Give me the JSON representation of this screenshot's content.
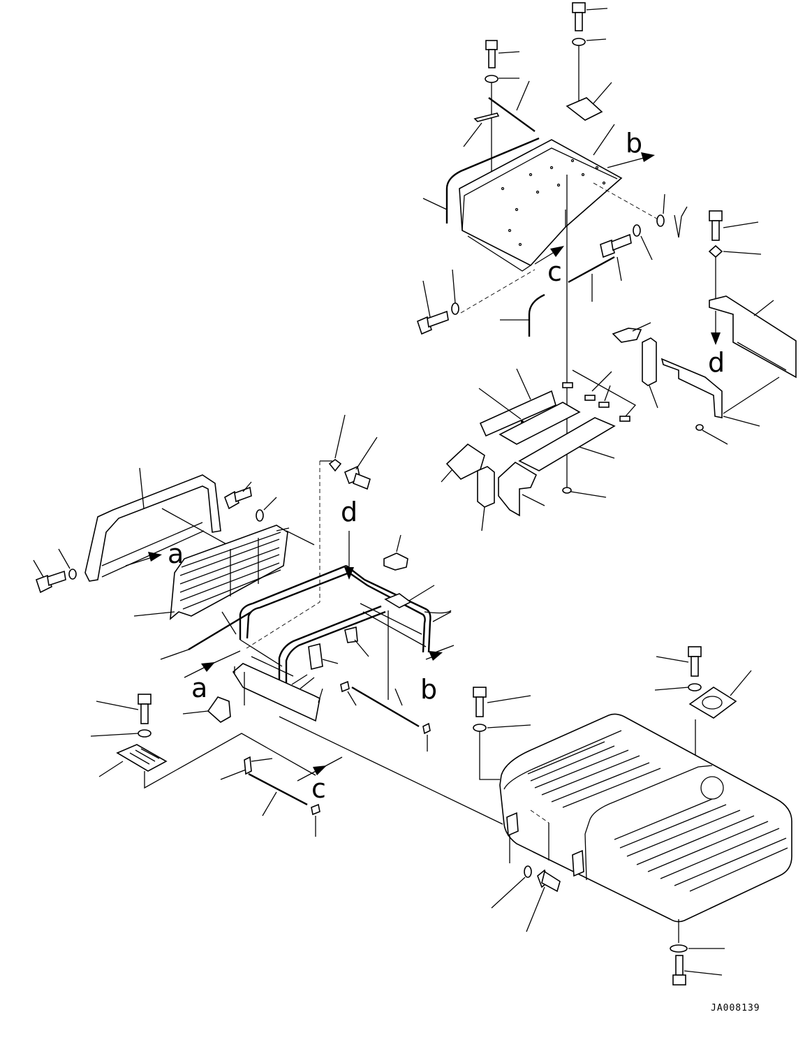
{
  "diagram": {
    "drawing_code": "JA008139",
    "ref_letters": {
      "a_top": "a",
      "b_top": "b",
      "c_top": "c",
      "d_top": "d",
      "a_bottom": "a",
      "b_bottom": "b",
      "c_bottom": "c",
      "d_bottom": "d"
    },
    "colors": {
      "ink": "#000000",
      "paper": "#ffffff"
    }
  }
}
